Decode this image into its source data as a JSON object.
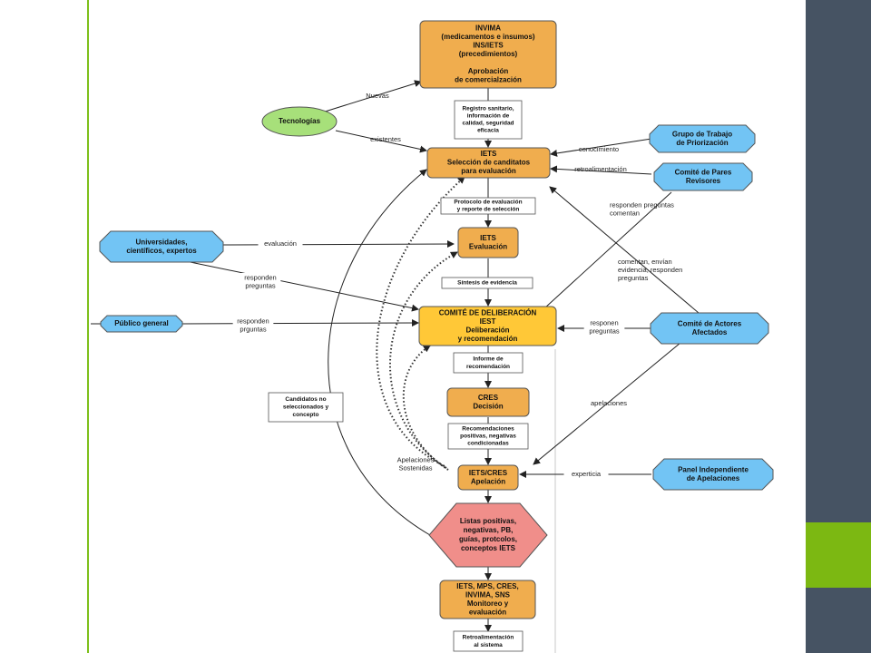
{
  "colors": {
    "orange": "#f0ad4e",
    "yellow": "#ffc837",
    "green": "#a7e07a",
    "blue": "#72c4f4",
    "red": "#f08e8a",
    "sidebar": "#465363",
    "accent": "#7cb812"
  },
  "nodes": {
    "invima": [
      "INVIMA",
      "(medicamentos e insumos)",
      "INS/IETS",
      "(precedimientos)",
      "",
      "Aprobación",
      "de comercialzación"
    ],
    "seleccion": [
      "IETS",
      "Selección de canditatos",
      "para evaluación"
    ],
    "evaluacion": [
      "IETS",
      "Evaluación"
    ],
    "comite": [
      "COMITÉ DE DELIBERACIÓN",
      "IEST",
      "Deliberación",
      "y recomendación"
    ],
    "cres": [
      "CRES",
      "Decisión"
    ],
    "apelacion": [
      "IETS/CRES",
      "Apelación"
    ],
    "listas": [
      "Listas positivas,",
      "negativas, PB,",
      "guías, protcolos,",
      "conceptos IETS"
    ],
    "monitoreo": [
      "IETS, MPS, CRES,",
      "INVIMA, SNS",
      "Monitoreo y",
      "evaluación"
    ],
    "tecnologias": [
      "Tecnologías"
    ],
    "grupo": [
      "Grupo de Trabajo",
      "de Priorización"
    ],
    "pares": [
      "Comité de Pares",
      "Revisores"
    ],
    "universidades": [
      "Universidades,",
      "científicos, expertos"
    ],
    "publico": [
      "Público general"
    ],
    "actores": [
      "Comité de Actores",
      "Afectados"
    ],
    "panel": [
      "Panel Independiente",
      "de  Apelaciones"
    ]
  },
  "notes": {
    "registro": [
      "Registro sanitario,",
      "información de",
      "calidad, seguridad",
      "eficacia"
    ],
    "protocolo": [
      "Protocolo de evaluación",
      "y reporte de selección"
    ],
    "sintesis": [
      "Síntesis de evidencia"
    ],
    "informe": [
      "Informe de",
      "recomendación"
    ],
    "recomendaciones": [
      "Recomendaciones",
      "positivas, negativas",
      "condicionadas"
    ],
    "retro": [
      "Retroalimentación",
      "al sistema"
    ],
    "candidatos": [
      "Candidatos no",
      "seleccionados y",
      "concepto"
    ]
  },
  "labels": {
    "nuevas": [
      "Nuevas"
    ],
    "existentes": [
      "existentes"
    ],
    "conocimiento": [
      "conocimiento"
    ],
    "retroalimentacion": [
      "retroalimentación"
    ],
    "evaluacion": [
      "evaluación"
    ],
    "responden_preguntas_uni": [
      "responden",
      "preguntas"
    ],
    "responden_prguntas": [
      "responden",
      "prguntas"
    ],
    "responden_comentan": [
      "responden preguntas",
      "comentan"
    ],
    "comentan_envian": [
      "comentan, envían",
      "evidencia, responden",
      "preguntas"
    ],
    "responen_preguntas": [
      "responen",
      "preguntas"
    ],
    "apelaciones": [
      "apelaciones"
    ],
    "apelaciones_sostenidas": [
      "Apelaciones",
      "Sostenidas"
    ],
    "experticia": [
      "experticia"
    ]
  }
}
